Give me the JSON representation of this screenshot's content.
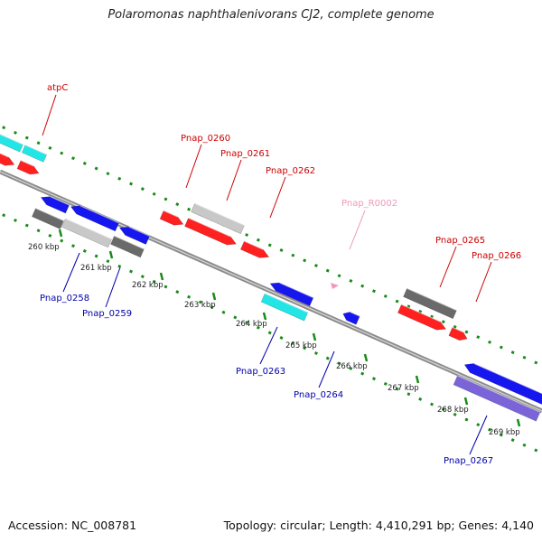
{
  "title": "Polaromonas naphthalenivorans CJ2, complete genome",
  "footer": {
    "accession": "Accession: NC_008781",
    "summary": "Topology: circular; Length: 4,410,291 bp; Genes: 4,140"
  },
  "colors": {
    "backbone": "#909090",
    "ticks": "#1a8a1a",
    "forward_gene_label": "#cc0000",
    "reverse_gene_label": "#0000aa",
    "rna_label": "#ee99bb",
    "gene_red": "#ff2020",
    "gene_blue": "#1616ee",
    "gene_cyan": "#22e6e6",
    "gene_grey_light": "#c8c8c8",
    "gene_grey_dark": "#6a6a6a",
    "gene_purple": "#7a64d8"
  },
  "scale_labels": [
    "260 kbp",
    "261 kbp",
    "262 kbp",
    "263 kbp",
    "264 kbp",
    "265 kbp",
    "266 kbp",
    "267 kbp",
    "268 kbp",
    "269 kbp"
  ],
  "gene_labels": [
    {
      "id": "atpC",
      "text": "atpC",
      "strand": "forward"
    },
    {
      "id": "pnap-0260",
      "text": "Pnap_0260",
      "strand": "forward"
    },
    {
      "id": "pnap-0261",
      "text": "Pnap_0261",
      "strand": "forward"
    },
    {
      "id": "pnap-0262",
      "text": "Pnap_0262",
      "strand": "forward"
    },
    {
      "id": "pnap-r0002",
      "text": "Pnap_R0002",
      "strand": "rna"
    },
    {
      "id": "pnap-0265",
      "text": "Pnap_0265",
      "strand": "forward"
    },
    {
      "id": "pnap-0266",
      "text": "Pnap_0266",
      "strand": "forward"
    },
    {
      "id": "pnap-0258",
      "text": "Pnap_0258",
      "strand": "reverse"
    },
    {
      "id": "pnap-0259",
      "text": "Pnap_0259",
      "strand": "reverse"
    },
    {
      "id": "pnap-0263",
      "text": "Pnap_0263",
      "strand": "reverse"
    },
    {
      "id": "pnap-0264",
      "text": "Pnap_0264",
      "strand": "reverse"
    },
    {
      "id": "pnap-0267",
      "text": "Pnap_0267",
      "strand": "reverse"
    }
  ]
}
